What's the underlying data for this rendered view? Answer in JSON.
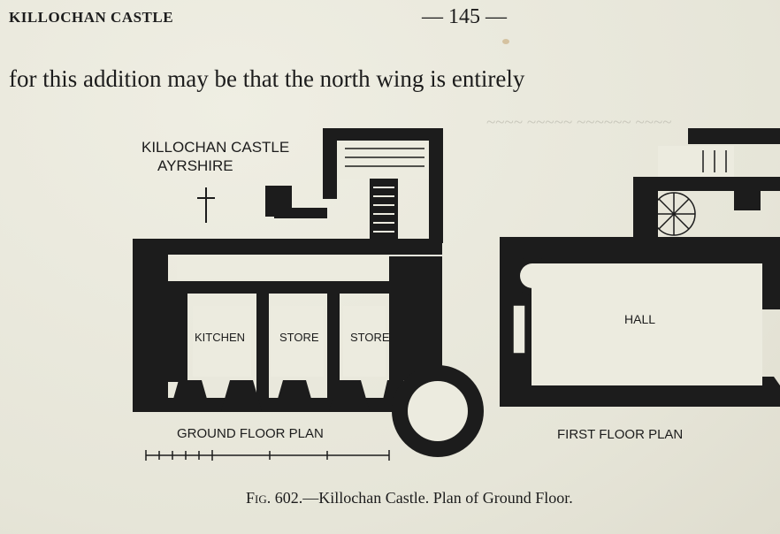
{
  "running_head": {
    "title": "KILLOCHAN CASTLE",
    "page_number": "— 145 —"
  },
  "body_text": "for this addition may be that the north wing is entirely",
  "plan_labels": {
    "castle_name": "KILLOCHAN CASTLE",
    "county": "AYRSHIRE",
    "kitchen": "KITCHEN",
    "store_1": "STORE",
    "store_2": "STORE",
    "ground_floor_title": "GROUND FLOOR PLAN",
    "hall": "HALL",
    "first_floor_title": "FIRST FLOOR PLAN"
  },
  "caption": {
    "figure": "Fig. 602.",
    "text": "—Killochan Castle.   Plan of Ground Floor."
  },
  "colors": {
    "paper": "#ecebdf",
    "ink": "#1c1c1c"
  }
}
